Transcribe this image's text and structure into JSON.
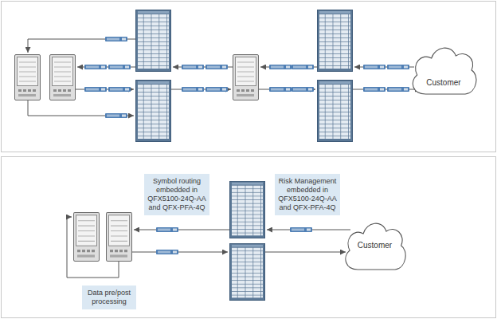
{
  "diagram": {
    "nodes": [
      {
        "text": [
          "Customer"
        ]
      },
      {
        "text": [
          "Symbol routing embedded in QFX5100-24Q-AA and QFX-PFA-4Q"
        ]
      },
      {
        "text": [
          "Risk Management embedded in QFX5100-24Q-AA and QFX-PFA-4Q"
        ]
      },
      {
        "text": [
          "Customer"
        ]
      },
      {
        "text": [
          "Data pre/post processing"
        ]
      }
    ]
  }
}
